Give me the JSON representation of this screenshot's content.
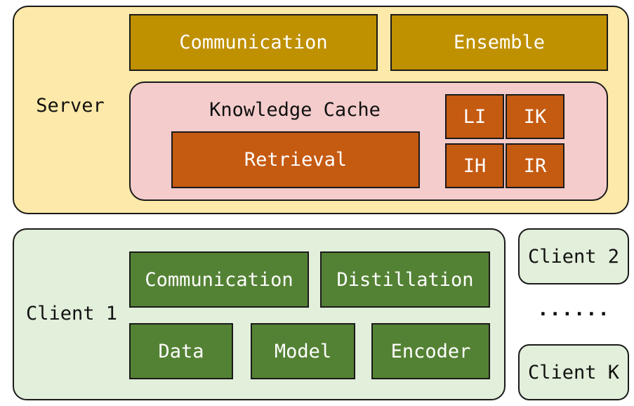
{
  "server": {
    "label": "Server",
    "communication": "Communication",
    "ensemble": "Ensemble",
    "knowledge_cache": {
      "label": "Knowledge Cache",
      "retrieval": "Retrieval",
      "cells": [
        "LI",
        "IK",
        "IH",
        "IR"
      ]
    }
  },
  "client1": {
    "label": "Client 1",
    "communication": "Communication",
    "distillation": "Distillation",
    "data": "Data",
    "model": "Model",
    "encoder": "Encoder"
  },
  "client2": {
    "label": "Client 2"
  },
  "ellipsis": "......",
  "clientK": {
    "label": "Client K"
  },
  "colors": {
    "server_bg": "#fde9a9",
    "cache_bg": "#f4cccc",
    "server_module": "#bf9000",
    "cache_module": "#c55a11",
    "client_bg": "#e2efda",
    "client_module": "#548235"
  }
}
